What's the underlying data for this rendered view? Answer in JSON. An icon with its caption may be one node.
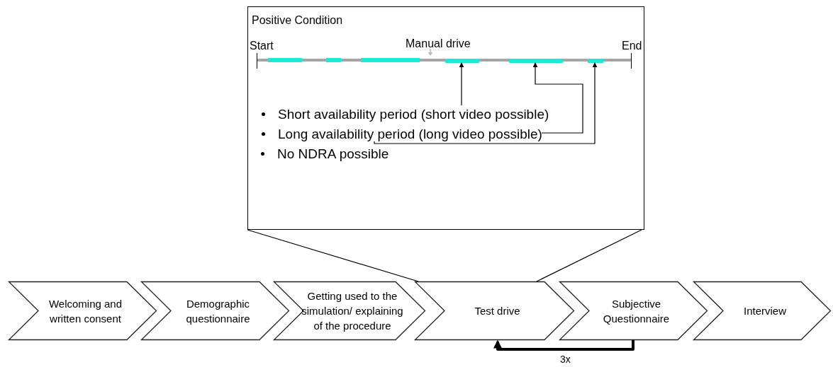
{
  "diagram": {
    "nodes": [
      {
        "text": [
          "Positive Condition"
        ]
      },
      {
        "text": [],
        "shape": "bar",
        "in": 0
      },
      {
        "text": [],
        "shape": "bar",
        "in": 0
      },
      {
        "text": [],
        "shape": "bar",
        "in": 0
      },
      {
        "text": [
          "Short availability period (short video possible)"
        ],
        "in": 0
      },
      {
        "text": [
          "Long availability period (long video possible)"
        ],
        "in": 0
      },
      {
        "text": [
          "Welcoming and written consent"
        ]
      },
      {
        "text": [
          "Demographic questionnaire"
        ]
      },
      {
        "text": [
          "Getting used to the simulation/ explaining of the procedure"
        ]
      },
      {
        "text": [
          "Test drive"
        ]
      },
      {
        "text": [
          "Subjective Questionnaire"
        ]
      },
      {
        "text": [
          "Interview"
        ]
      }
    ],
    "edges": [
      {
        "from": 4,
        "to": 1,
        "arrow": "to"
      },
      {
        "from": 5,
        "to": 2,
        "arrow": "to"
      },
      {
        "from": 5,
        "to": 3,
        "arrow": "to"
      },
      {
        "from": 10,
        "to": 9,
        "arrow": "to",
        "label": "3x",
        "style": "thick"
      },
      {
        "from": 0,
        "to": 9,
        "arrow": "none"
      },
      {
        "from": 0,
        "to": 9,
        "arrow": "none"
      }
    ],
    "labels": [
      "Start",
      "Manual drive",
      "End",
      "No NDRA possible"
    ]
  }
}
